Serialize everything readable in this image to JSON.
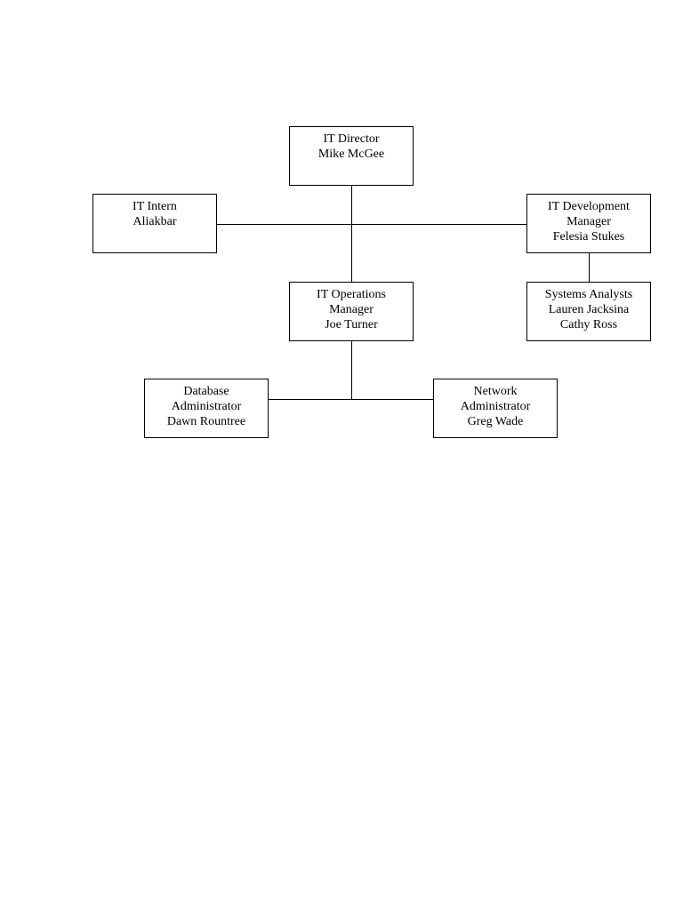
{
  "org_chart": {
    "nodes": {
      "director": {
        "lines": [
          "IT Director",
          "Mike McGee"
        ]
      },
      "intern": {
        "lines": [
          "IT Intern",
          "Aliakbar"
        ]
      },
      "dev_manager": {
        "lines": [
          "IT Development",
          "Manager",
          "Felesia Stukes"
        ]
      },
      "ops_manager": {
        "lines": [
          "IT Operations",
          "Manager",
          "Joe Turner"
        ]
      },
      "systems_analysts": {
        "lines": [
          "Systems Analysts",
          "Lauren Jacksina",
          "Cathy Ross"
        ]
      },
      "database_admin": {
        "lines": [
          "Database",
          "Administrator",
          "Dawn Rountree"
        ]
      },
      "network_admin": {
        "lines": [
          "Network",
          "Administrator",
          "Greg Wade"
        ]
      }
    },
    "colors": {
      "line": "#000000",
      "box_border": "#000000",
      "box_fill": "#ffffff",
      "background": "#ffffff"
    }
  }
}
